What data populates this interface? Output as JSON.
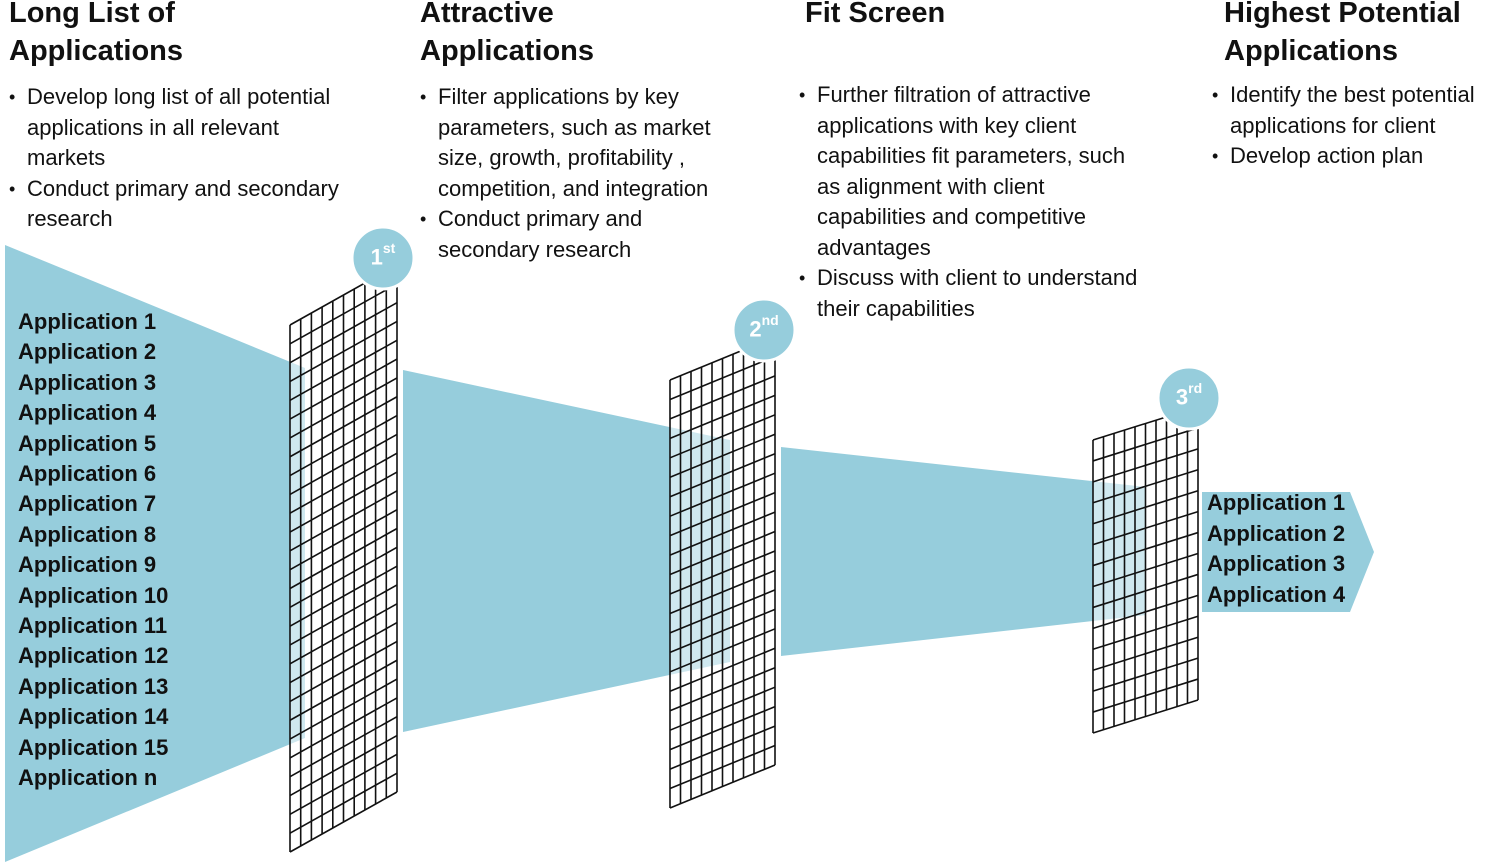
{
  "stages": [
    {
      "title_line1": "Long List of",
      "title_line2": "Applications",
      "bullets": [
        "Develop long list of all potential applications in all relevant markets",
        "Conduct primary and secondary research"
      ]
    },
    {
      "title_line1": "Attractive",
      "title_line2": "Applications",
      "bullets": [
        "Filter applications  by key parameters, such as market size, growth, profitability , competition, and integration",
        "Conduct primary and secondary research"
      ]
    },
    {
      "title_line1": "Fit Screen",
      "title_line2": "",
      "bullets": [
        "Further filtration of attractive applications with key client capabilities fit parameters, such as alignment with client capabilities and competitive advantages",
        "Discuss with client to understand their capabilities"
      ]
    },
    {
      "title_line1": "Highest Potential",
      "title_line2": "Applications",
      "bullets": [
        "Identify the best potential applications for client",
        "Develop action plan"
      ]
    }
  ],
  "long_list": [
    "Application 1",
    "Application 2",
    "Application 3",
    "Application 4",
    "Application 5",
    "Application 6",
    "Application 7",
    "Application 8",
    "Application 9",
    "Application 10",
    "Application 11",
    "Application 12",
    "Application 13",
    "Application 14",
    "Application 15",
    "Application n"
  ],
  "final_list": [
    "Application 1",
    "Application 2",
    "Application 3",
    "Application 4"
  ],
  "filters": [
    {
      "number": "1",
      "suffix": "st"
    },
    {
      "number": "2",
      "suffix": "nd"
    },
    {
      "number": "3",
      "suffix": "rd"
    }
  ],
  "colors": {
    "funnel": "#96cddc",
    "badge": "#96cddc",
    "grid": "#111111",
    "text": "#111111"
  }
}
